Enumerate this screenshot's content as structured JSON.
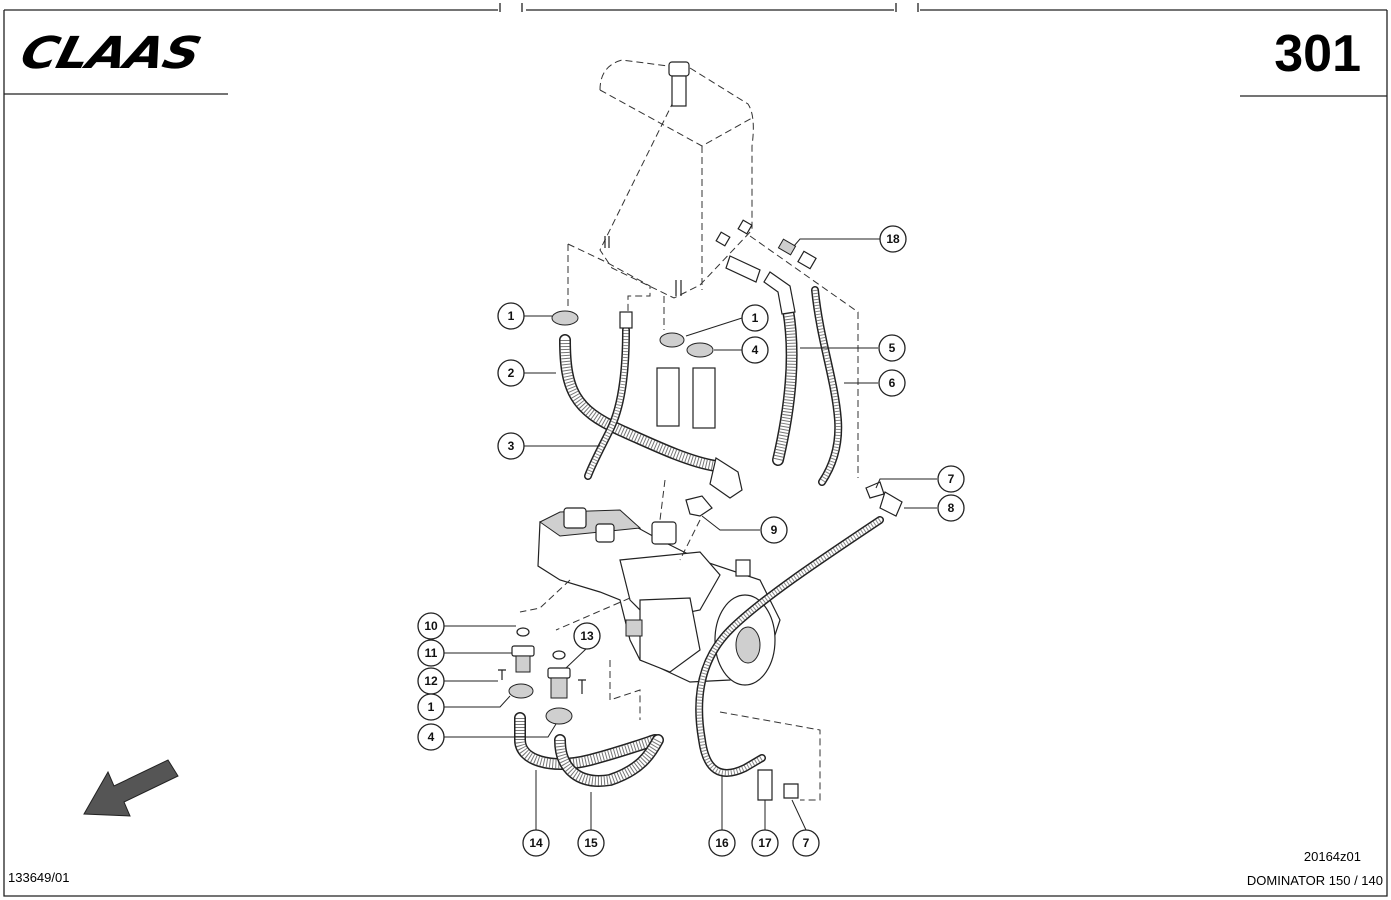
{
  "header": {
    "brand": "CLAAS",
    "page_number": "301"
  },
  "footer": {
    "drawing_no": "133649/01",
    "figure_code": "20164z01",
    "model": "DOMINATOR 150 / 140"
  },
  "callouts": [
    "1",
    "2",
    "3",
    "1",
    "4",
    "5",
    "6",
    "7",
    "8",
    "9",
    "10",
    "11",
    "12",
    "1",
    "4",
    "13",
    "14",
    "15",
    "16",
    "17",
    "7",
    "18"
  ],
  "icons": {
    "direction_arrow": "direction-arrow-icon"
  }
}
